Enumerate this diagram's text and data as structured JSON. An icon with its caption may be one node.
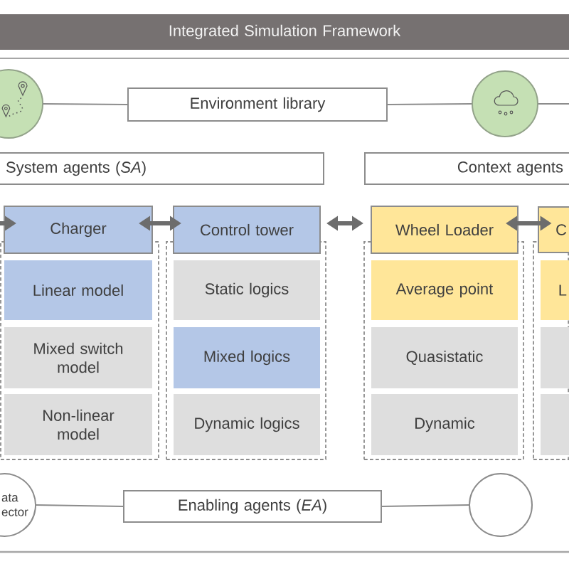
{
  "diagram": {
    "nodes": [
      {
        "text": [
          "Integrated Simulation Framework"
        ]
      },
      {
        "text": [],
        "shape": "circle"
      },
      {
        "text": [
          "Environment library"
        ]
      },
      {
        "text": [],
        "shape": "circle"
      },
      {
        "text": [
          "System agents (*SA*)"
        ]
      },
      {
        "text": [
          "Context agents"
        ]
      },
      {
        "text": [
          "Charger"
        ]
      },
      {
        "text": [],
        "shape": "box"
      },
      {
        "text": [
          "Linear model"
        ],
        "in": 7
      },
      {
        "text": [
          "Mixed switch model"
        ],
        "in": 7
      },
      {
        "text": [
          "Non-linear model"
        ],
        "in": 7
      },
      {
        "text": [
          "Control tower"
        ]
      },
      {
        "text": [],
        "shape": "box"
      },
      {
        "text": [
          "Static logics"
        ],
        "in": 12
      },
      {
        "text": [
          "Mixed logics"
        ],
        "in": 12
      },
      {
        "text": [
          "Dynamic logics"
        ],
        "in": 12
      },
      {
        "text": [
          "Wheel Loader"
        ]
      },
      {
        "text": [],
        "shape": "box"
      },
      {
        "text": [
          "Average point"
        ],
        "in": 17
      },
      {
        "text": [
          "Quasistatic"
        ],
        "in": 17
      },
      {
        "text": [
          "Dynamic"
        ],
        "in": 17
      },
      {
        "text": [
          "C"
        ]
      },
      {
        "text": [],
        "shape": "box"
      },
      {
        "text": [
          "L"
        ],
        "in": 22
      },
      {
        "text": [],
        "shape": "box",
        "in": 22
      },
      {
        "text": [],
        "shape": "box",
        "in": 22
      },
      {
        "text": [
          "ata ector"
        ]
      },
      {
        "text": [
          "Enabling agents (*EA*)"
        ]
      },
      {
        "text": [],
        "shape": "circle"
      }
    ],
    "edges": [
      {
        "from": 1,
        "to": 2,
        "arrow": "none"
      },
      {
        "from": 2,
        "to": 3,
        "arrow": "none"
      },
      {
        "from": 3,
        "to": null,
        "arrow": "none"
      },
      {
        "from": null,
        "to": 6,
        "arrow": "to",
        "style": "thick",
        "color": "#6d6d6d"
      },
      {
        "from": 6,
        "to": 11,
        "arrow": "both",
        "style": "thick",
        "color": "#6d6d6d"
      },
      {
        "from": 11,
        "to": 16,
        "arrow": "both",
        "style": "thick",
        "color": "#6d6d6d"
      },
      {
        "from": 16,
        "to": 21,
        "arrow": "both",
        "style": "thick",
        "color": "#6d6d6d"
      },
      {
        "from": 26,
        "to": 27,
        "arrow": "none"
      },
      {
        "from": 27,
        "to": 28,
        "arrow": "none"
      }
    ]
  }
}
